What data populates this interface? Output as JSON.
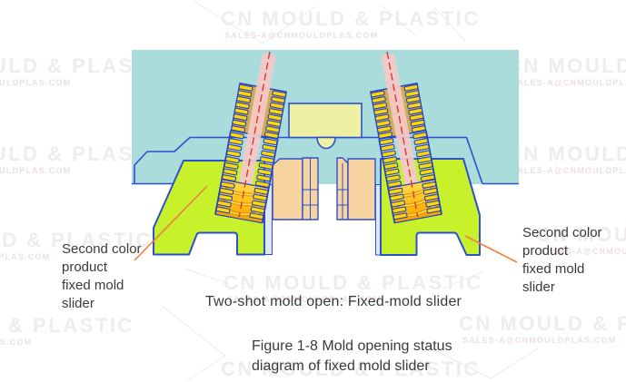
{
  "watermark": {
    "brand": "CN MOULD & PLASTIC",
    "email": "SALES-A@CNMOULDPLAS.COM"
  },
  "labels": {
    "left": [
      "Second color",
      "product",
      "fixed mold",
      "slider"
    ],
    "right": [
      "Second color",
      "product",
      "fixed mold",
      "slider"
    ]
  },
  "caption": "Two-shot mold open: Fixed-mold slider",
  "figure": {
    "line1": "Figure 1-8 Mold opening status",
    "line2": "diagram of fixed mold slider"
  },
  "colors": {
    "cavity": "#a9dcda",
    "sprue": "#eef0a4",
    "outline": "#2e4fd0",
    "insert": "#f7d3a0",
    "slider": "#c7f12b",
    "pin_body": "#d0ac52",
    "pin_thread": "#ffd800",
    "pin_shank": "#f3c9c9",
    "pin_axis": "#e03333",
    "leader": "#ef8040"
  }
}
